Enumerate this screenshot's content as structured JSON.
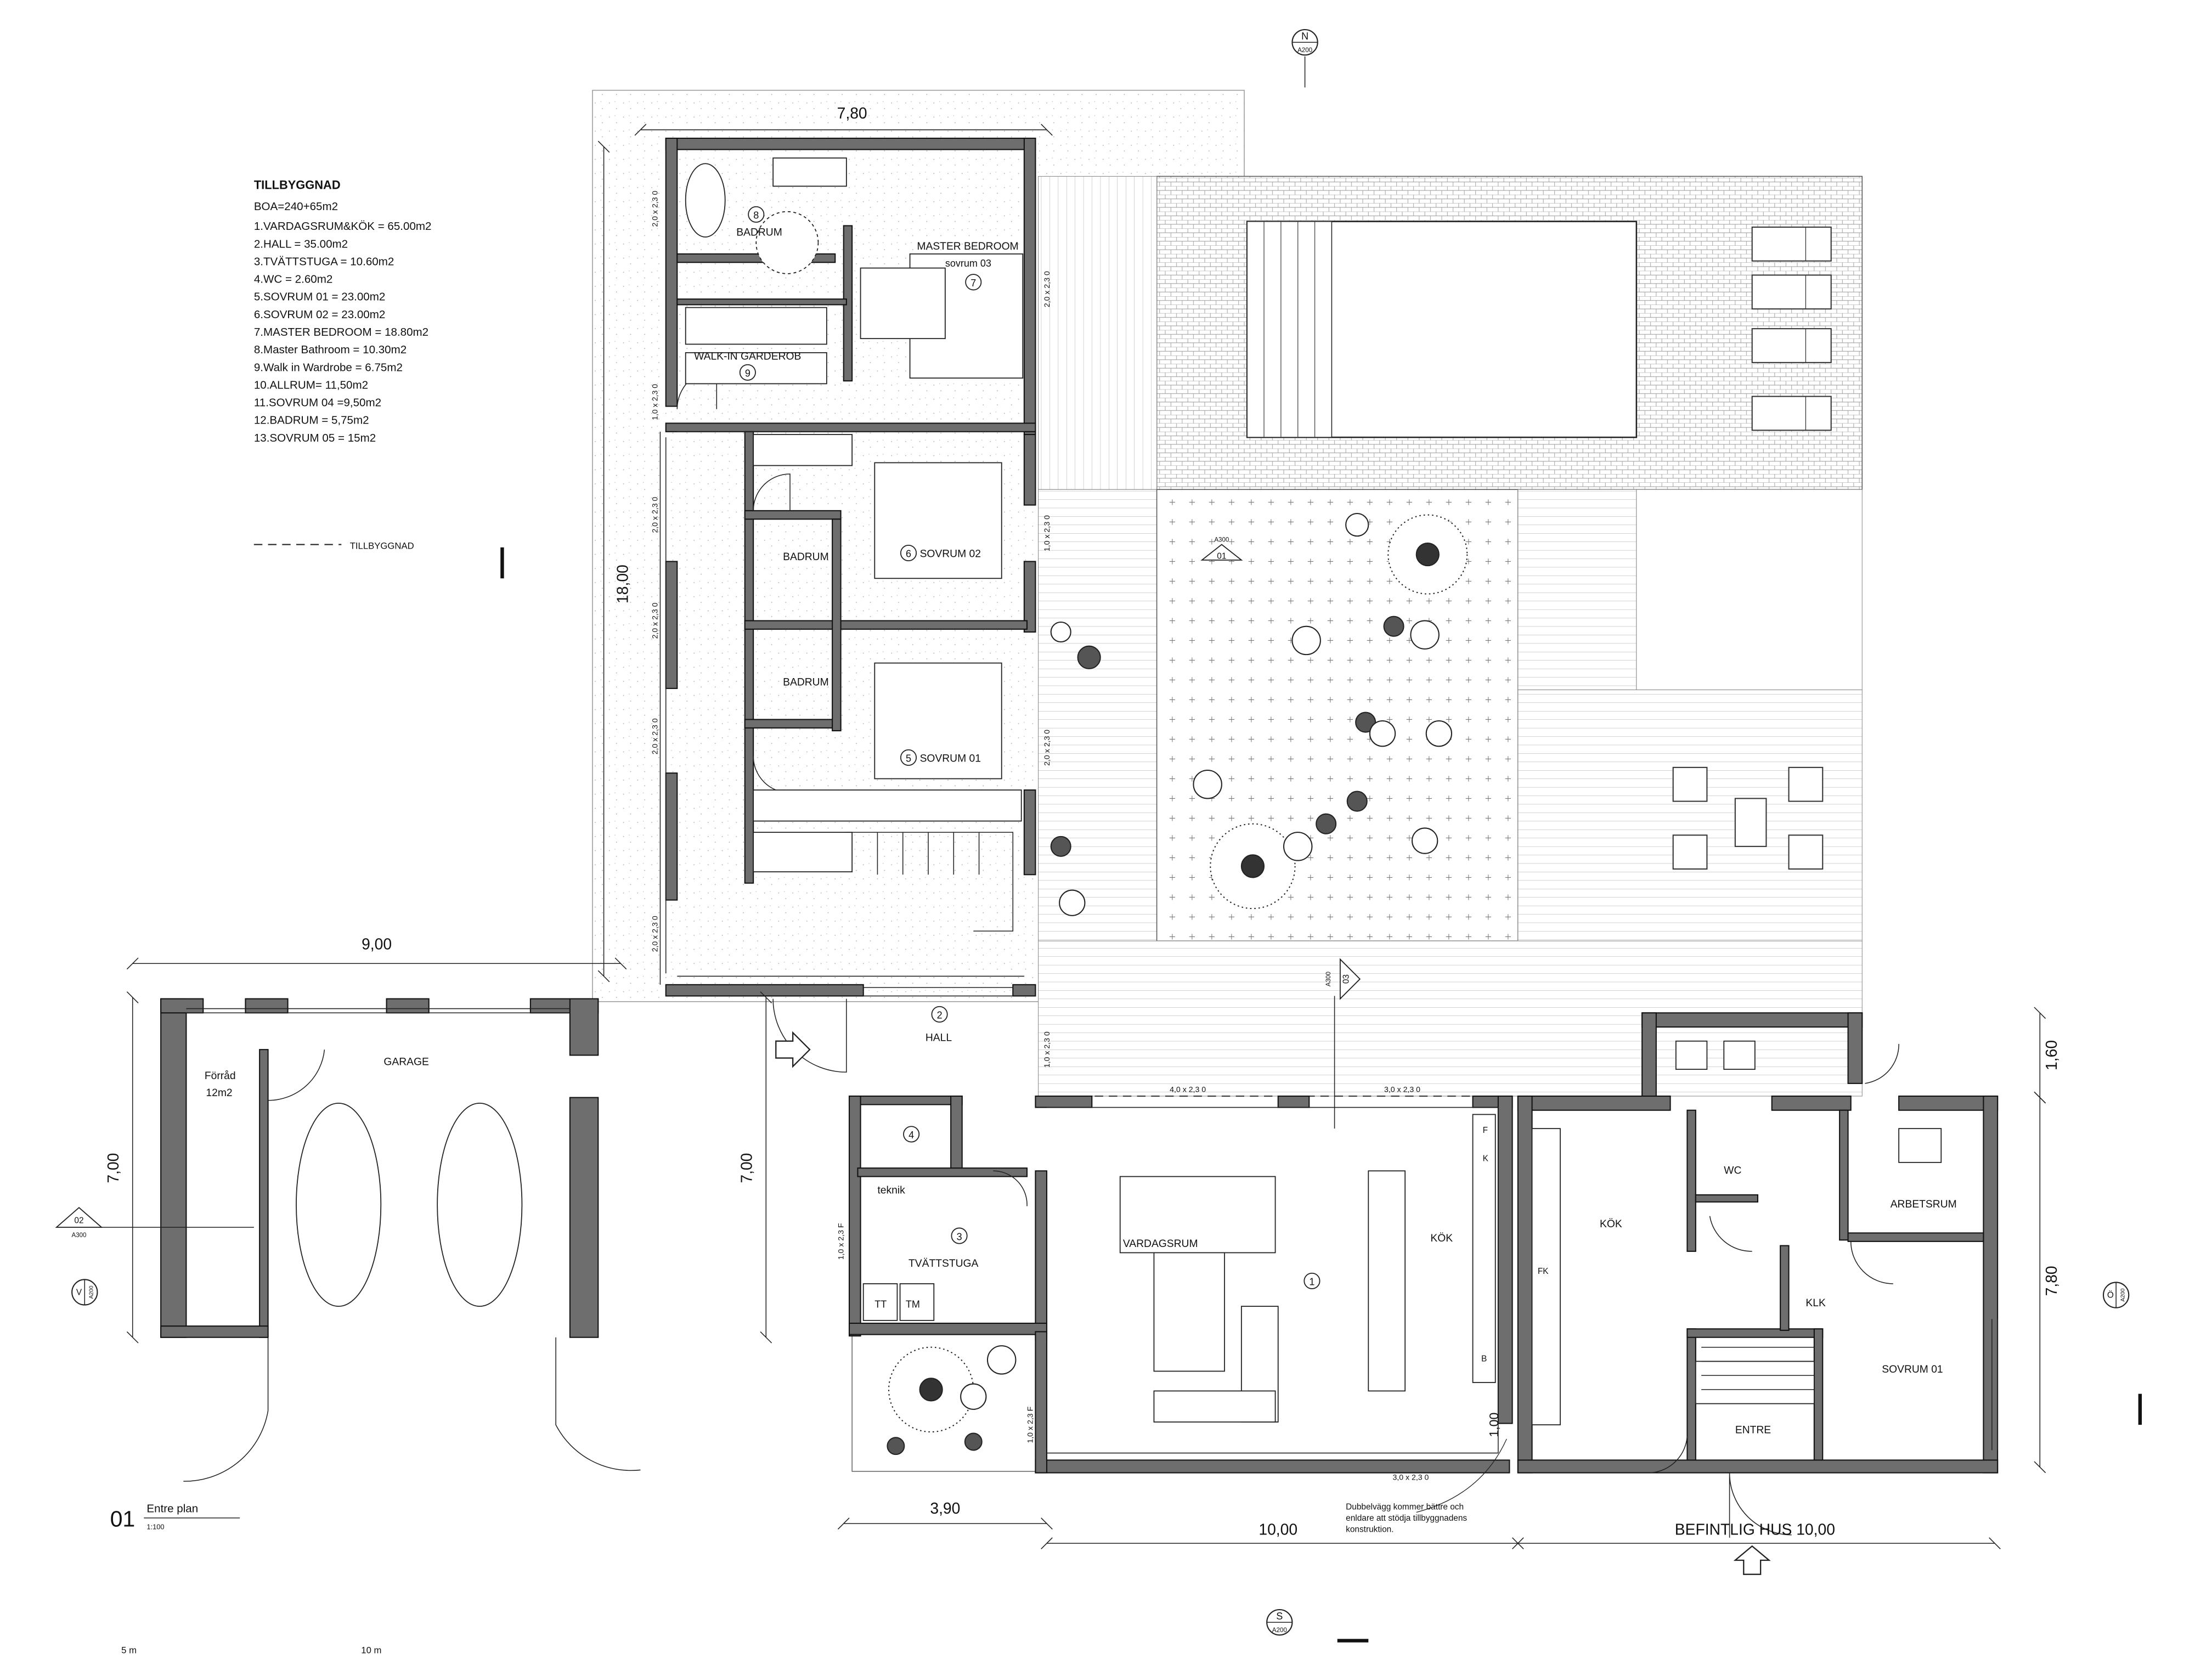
{
  "legend": {
    "title": "TILLBYGGNAD",
    "boa": "BOA=240+65m2",
    "items": [
      "1.VARDAGSRUM&KÖK = 65.00m2",
      "2.HALL = 35.00m2",
      "3.TVÄTTSTUGA  = 10.60m2",
      "4.WC = 2.60m2",
      "5.SOVRUM 01 = 23.00m2",
      "6.SOVRUM 02 = 23.00m2",
      "7.MASTER BEDROOM = 18.80m2",
      "8.Master Bathroom = 10.30m2",
      "9.Walk in Wardrobe = 6.75m2",
      "10.ALLRUM= 11,50m2",
      "11.SOVRUM 04 =9,50m2",
      "12.BADRUM = 5,75m2",
      "13.SOVRUM 05 = 15m2"
    ],
    "dashed_label": "TILLBYGGNAD"
  },
  "rooms": {
    "badrum_master": "BADRUM",
    "badrum_master_no": "8",
    "master_bedroom": "MASTER BEDROOM",
    "master_bedroom_sub": "sovrum 03",
    "master_bedroom_no": "7",
    "walk_in": "WALK-IN GARDEROB",
    "walk_in_no": "9",
    "badrum_1": "BADRUM",
    "badrum_2": "BADRUM",
    "sovrum_02": "SOVRUM 02",
    "sovrum_02_no": "6",
    "sovrum_01": "SOVRUM 01",
    "sovrum_01_no": "5",
    "hall": "HALL",
    "hall_no": "2",
    "wc_no": "4",
    "teknik": "teknik",
    "tvattstuga": "TVÄTTSTUGA",
    "tvattstuga_no": "3",
    "tt": "TT",
    "tm": "TM",
    "vardagsrum": "VARDAGSRUM",
    "vardagsrum_no": "1",
    "kok_new": "KÖK",
    "forrad": "Förråd",
    "forrad_area": "12m2",
    "garage": "GARAGE",
    "kok_old": "KÖK",
    "wc_old": "WC",
    "arbetsrum": "ARBETSRUM",
    "klk": "KLK",
    "sovrum_01_old": "SOVRUM 01",
    "entre": "ENTRE",
    "fridge_f": "F",
    "fridge_k": "K",
    "fk": "FK",
    "b": "B"
  },
  "dimensions": {
    "top_width": "7,80",
    "wing_length": "18,00",
    "garage_width": "9,00",
    "garage_depth": "7,00",
    "hall_depth": "7,00",
    "laundry_width": "3,90",
    "living_width": "10,00",
    "existing": "BEFINTLIG HUS 10,00",
    "right_160": "1,60",
    "right_780": "7,80",
    "wall_100": "1,00"
  },
  "window_tags": [
    "2,0 x 2,3 0",
    "1,0 x 2,3 0",
    "2,0 x 2,3 0",
    "2,0 x 2,3 0",
    "2,0 x 2,3 0",
    "2,0 x 2,3 0",
    "2,0 x 2,3 0",
    "2,0 x 2,3 0",
    "1,0 x 2,3 0",
    "1,0 x 2,3 0",
    "4,0 x 2,3 0",
    "3,0 x 2,3 0",
    "1,0 x 2,3 F",
    "1,0 x 2,3 F",
    "3,0 x 2,3 0"
  ],
  "markers": {
    "north": "N",
    "north_ref": "A200",
    "south": "S",
    "south_ref": "A200",
    "west": "V",
    "west_ref": "A200",
    "east": "Ö",
    "east_ref": "A200",
    "section_01": "01",
    "section_01_ref": "A300",
    "section_02": "02",
    "section_02_ref": "A300",
    "section_03": "03",
    "section_03_ref": "A300"
  },
  "drawing_title": {
    "number": "01",
    "name": "Entre plan",
    "scale": "1:100"
  },
  "note": [
    "Dubbelvägg kommer bättre och",
    "enldare att stödja tillbyggnadens",
    "konstruktion."
  ],
  "scalebar": {
    "a": "5 m",
    "b": "10 m"
  }
}
